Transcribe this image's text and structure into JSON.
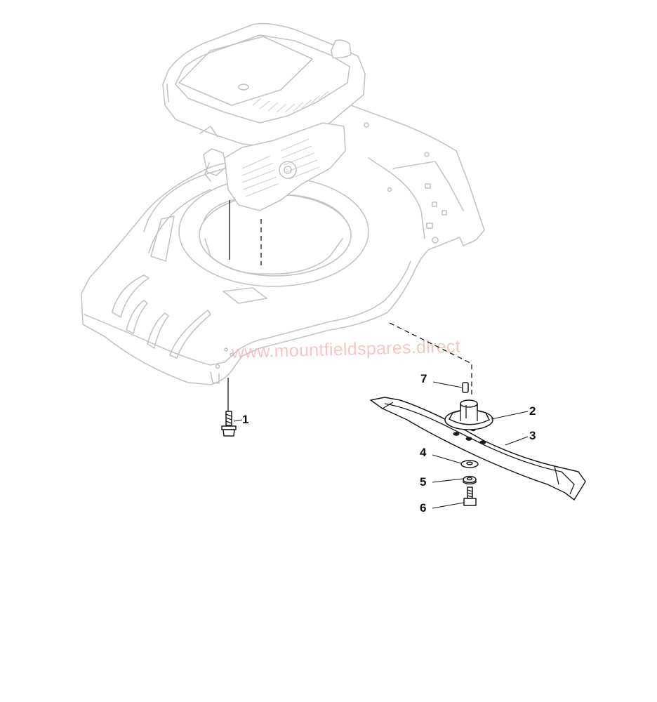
{
  "watermark": "www.mountfieldspares.direct",
  "callouts": [
    {
      "number": "1"
    },
    {
      "number": "2"
    },
    {
      "number": "3"
    },
    {
      "number": "4"
    },
    {
      "number": "5"
    },
    {
      "number": "6"
    },
    {
      "number": "7"
    }
  ],
  "colors": {
    "line": "#1a1a1a",
    "ghost": "#c4c4c4",
    "watermark": "#f2b4b4"
  }
}
